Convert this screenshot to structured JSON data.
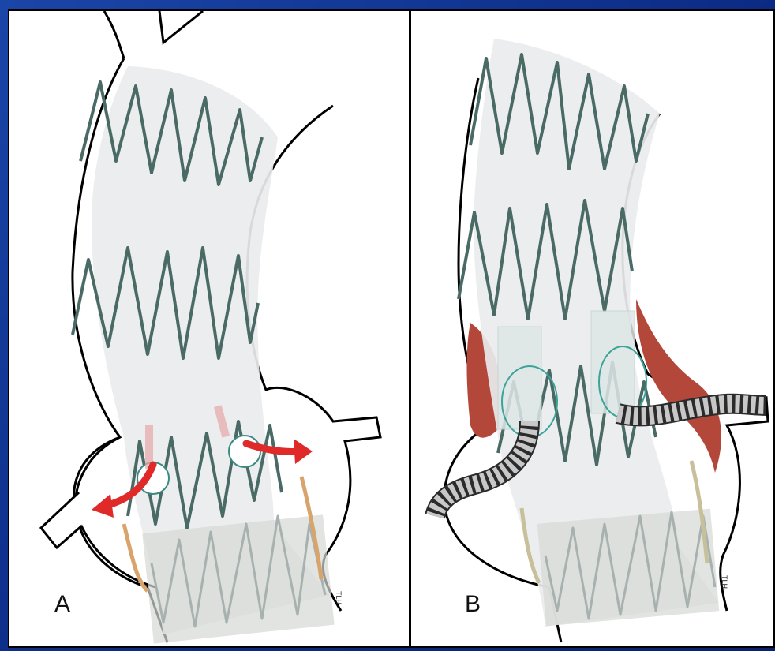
{
  "panels": [
    {
      "id": "A",
      "label": "A",
      "signature": "TLH"
    },
    {
      "id": "B",
      "label": "B",
      "signature": "TLH"
    }
  ],
  "colors": {
    "frame": "#0d2a7a",
    "stent_wire": "#4a6a66",
    "graft_fabric": "#e9ebed",
    "flow_arrow": "#e02a2a",
    "endoleak": "#b3473a",
    "bridging_stent": "#c8c8c8",
    "marker_wire": "#d8a46c"
  },
  "icons": [
    "red-flow-arrow",
    "fenestration-ring",
    "bridging-stent-graft",
    "aneurysm-sac"
  ]
}
